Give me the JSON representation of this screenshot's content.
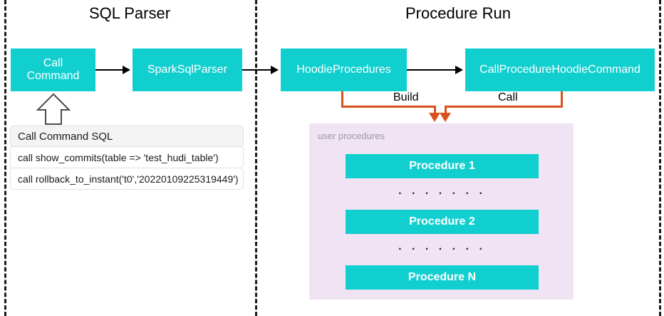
{
  "sections": [
    {
      "id": "sql-parser",
      "title": "SQL Parser"
    },
    {
      "id": "procedure-run",
      "title": "Procedure Run"
    }
  ],
  "nodes": {
    "call_command": "Call\nCommand",
    "call_command_line1": "Call",
    "call_command_line2": "Command",
    "spark_sql_parser": "SparkSqlParser",
    "hoodie_procedures": "HoodieProcedures",
    "call_procedure_hoodie_command": "CallProcedureHoodieCommand"
  },
  "edges": {
    "build_label": "Build",
    "call_label": "Call"
  },
  "sql_table": {
    "header": "Call Command SQL",
    "rows": [
      "call show_commits(table => 'test_hudi_table')",
      "call rollback_to_instant('t0','20220109225319449')"
    ]
  },
  "user_procedures": {
    "label": "user procedures",
    "items": [
      {
        "name": "Procedure 1"
      },
      {
        "name": "Procedure 2"
      },
      {
        "name": "Procedure N"
      }
    ],
    "ellipsis": ". . . . . . ."
  },
  "colors": {
    "teal_box": "#12cfcf",
    "panel_background": "#f0e3f4",
    "edge_orange": "#d9511f",
    "divider": "#1a1a1a",
    "box_text": "#ffffff",
    "panel_label": "#9a9a9a"
  }
}
